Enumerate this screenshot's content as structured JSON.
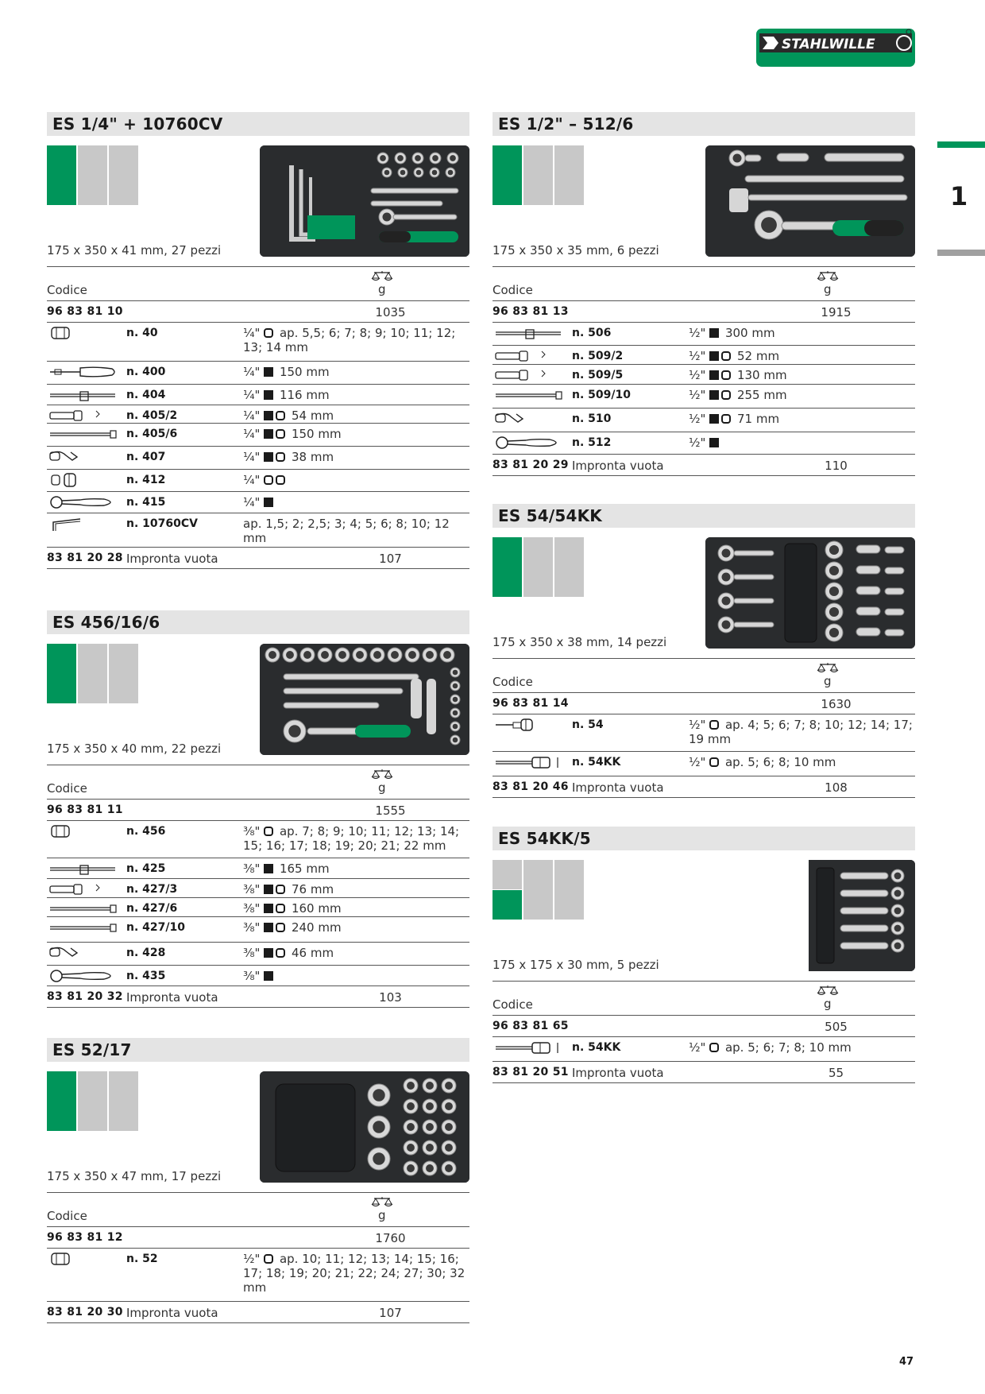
{
  "brand": {
    "name": "STAHLWILLE",
    "green": "#00955a",
    "grey": "#c8c8c8"
  },
  "chapter_tab": "1",
  "page_number": "47",
  "labels": {
    "codice": "Codice",
    "unit": "g",
    "impronta": "Impronta vuota"
  },
  "sections": [
    {
      "id": "es14-10760cv",
      "title": "ES 1/4\" + 10760CV",
      "swatch": "ggl",
      "dims": "175 x 350 x 41 mm, 27 pezzi",
      "set_code": "96 83 81 10",
      "set_weight": "1035",
      "items": [
        {
          "icon": "socket-icon",
          "num": "n. 40",
          "desc": "¹⁄₄\" ○ ap. 5,5; 6; 7; 8; 9; 10; 11; 12; 13; 14 mm",
          "height": 48
        },
        {
          "icon": "screwdriver-handle-icon",
          "num": "n. 400",
          "desc": "¹⁄₄\" ■ 150 mm",
          "height": 28
        },
        {
          "icon": "t-handle-icon",
          "num": "n. 404",
          "desc": "¹⁄₄\" ■ 116 mm",
          "height": 25
        },
        {
          "icon": "extension-short-icon",
          "num": "n. 405/2",
          "desc": "¹⁄₄\" ■○ 54 mm",
          "height": 22
        },
        {
          "icon": "extension-long-icon",
          "num": "n. 405/6",
          "desc": "¹⁄₄\" ■○ 150 mm",
          "height": 28
        },
        {
          "icon": "universal-joint-icon",
          "num": "n. 407",
          "desc": "¹⁄₄\" ■○ 38 mm",
          "height": 28
        },
        {
          "icon": "adaptor-icon",
          "num": "n. 412",
          "desc": "¹⁄₄\" ○○",
          "height": 27
        },
        {
          "icon": "ratchet-icon",
          "num": "n. 415",
          "desc": "¹⁄₄\" ■",
          "height": 26
        },
        {
          "icon": "hex-key-icon",
          "num": "n. 10760CV",
          "desc": "ap. 1,5; 2; 2,5; 3; 4; 5; 6; 8; 10; 12 mm",
          "height": 42
        }
      ],
      "tray_code": "83 81 20 28",
      "tray_weight": "107"
    },
    {
      "id": "es456-16-6",
      "title": "ES 456/16/6",
      "swatch": "ggl",
      "dims": "175 x 350 x 40 mm, 22 pezzi",
      "set_code": "96 83 81 11",
      "set_weight": "1555",
      "items": [
        {
          "icon": "socket-icon",
          "num": "n. 456",
          "desc": "³⁄₈\" ○ ap. 7; 8; 9; 10; 11; 12; 13; 14; 15; 16; 17; 18; 19; 20; 21; 22 mm",
          "height": 46
        },
        {
          "icon": "t-handle-icon",
          "num": "n. 425",
          "desc": "³⁄₈\" ■ 165 mm",
          "height": 25
        },
        {
          "icon": "extension-short-icon",
          "num": "n. 427/3",
          "desc": "³⁄₈\" ■○ 76 mm",
          "height": 23
        },
        {
          "icon": "extension-long-icon",
          "num": "n. 427/6",
          "desc": "³⁄₈\" ■○ 160 mm",
          "height": 23
        },
        {
          "icon": "extension-long-icon",
          "num": "n. 427/10",
          "desc": "³⁄₈\" ■○ 240 mm",
          "height": 31
        },
        {
          "icon": "universal-joint-icon",
          "num": "n. 428",
          "desc": "³⁄₈\" ■○ 46 mm",
          "height": 28
        },
        {
          "icon": "ratchet-icon",
          "num": "n. 435",
          "desc": "³⁄₈\" ■",
          "height": 25
        }
      ],
      "tray_code": "83 81 20 32",
      "tray_weight": "103"
    },
    {
      "id": "es52-17",
      "title": "ES 52/17",
      "swatch": "ggl",
      "dims": "175 x 350 x 47 mm, 17 pezzi",
      "set_code": "96 83 81 12",
      "set_weight": "1760",
      "items": [
        {
          "icon": "socket-icon",
          "num": "n. 52",
          "desc": "¹⁄₂\" ○ ap. 10; 11; 12; 13; 14; 15; 16; 17; 18; 19; 20; 21; 22; 24; 27; 30; 32 mm",
          "height": 66
        }
      ],
      "tray_code": "83 81 20 30",
      "tray_weight": "107"
    },
    {
      "id": "es12-512-6",
      "title": "ES 1/2\" – 512/6",
      "swatch": "ggl",
      "dims": "175 x 350 x 35 mm, 6 pezzi",
      "set_code": "96 83 81 13",
      "set_weight": "1915",
      "items": [
        {
          "icon": "t-handle-icon",
          "num": "n. 506",
          "desc": "¹⁄₂\" ■ 300 mm",
          "height": 28
        },
        {
          "icon": "extension-short-icon",
          "num": "n. 509/2",
          "desc": "¹⁄₂\" ■○ 52 mm",
          "height": 23
        },
        {
          "icon": "extension-short-icon",
          "num": "n. 509/5",
          "desc": "¹⁄₂\" ■○ 130 mm",
          "height": 24
        },
        {
          "icon": "extension-long-icon",
          "num": "n. 509/10",
          "desc": "¹⁄₂\" ■○ 255 mm",
          "height": 29
        },
        {
          "icon": "universal-joint-icon",
          "num": "n. 510",
          "desc": "¹⁄₂\" ■○ 71 mm",
          "height": 29
        },
        {
          "icon": "ratchet-icon",
          "num": "n. 512",
          "desc": "¹⁄₂\" ■",
          "height": 27
        }
      ],
      "tray_code": "83 81 20 29",
      "tray_weight": "110"
    },
    {
      "id": "es54-54kk",
      "title": "ES 54/54KK",
      "swatch": "ggl",
      "dims": "175 x 350 x 38 mm, 14 pezzi",
      "set_code": "96 83 81 14",
      "set_weight": "1630",
      "items": [
        {
          "icon": "bit-socket-icon",
          "num": "n. 54",
          "desc": "¹⁄₂\" ○ ap. 4; 5; 6; 7; 8; 10; 12; 14; 17; 19 mm",
          "height": 46
        },
        {
          "icon": "bit-socket-long-icon",
          "num": "n. 54KK",
          "desc": "¹⁄₂\" ○ ap. 5; 6; 8; 10 mm",
          "height": 30
        }
      ],
      "tray_code": "83 81 20 46",
      "tray_weight": "108"
    },
    {
      "id": "es54kk-5",
      "title": "ES 54KK/5",
      "swatch": "sgl",
      "dims": "175 x 175 x 30 mm, 5 pezzi",
      "set_code": "96 83 81 65",
      "set_weight": "505",
      "items": [
        {
          "icon": "bit-socket-long-icon",
          "num": "n. 54KK",
          "desc": "¹⁄₂\" ○ ap. 5; 6; 7; 8; 10 mm",
          "height": 30
        }
      ],
      "tray_code": "83 81 20 51",
      "tray_weight": "55"
    }
  ]
}
